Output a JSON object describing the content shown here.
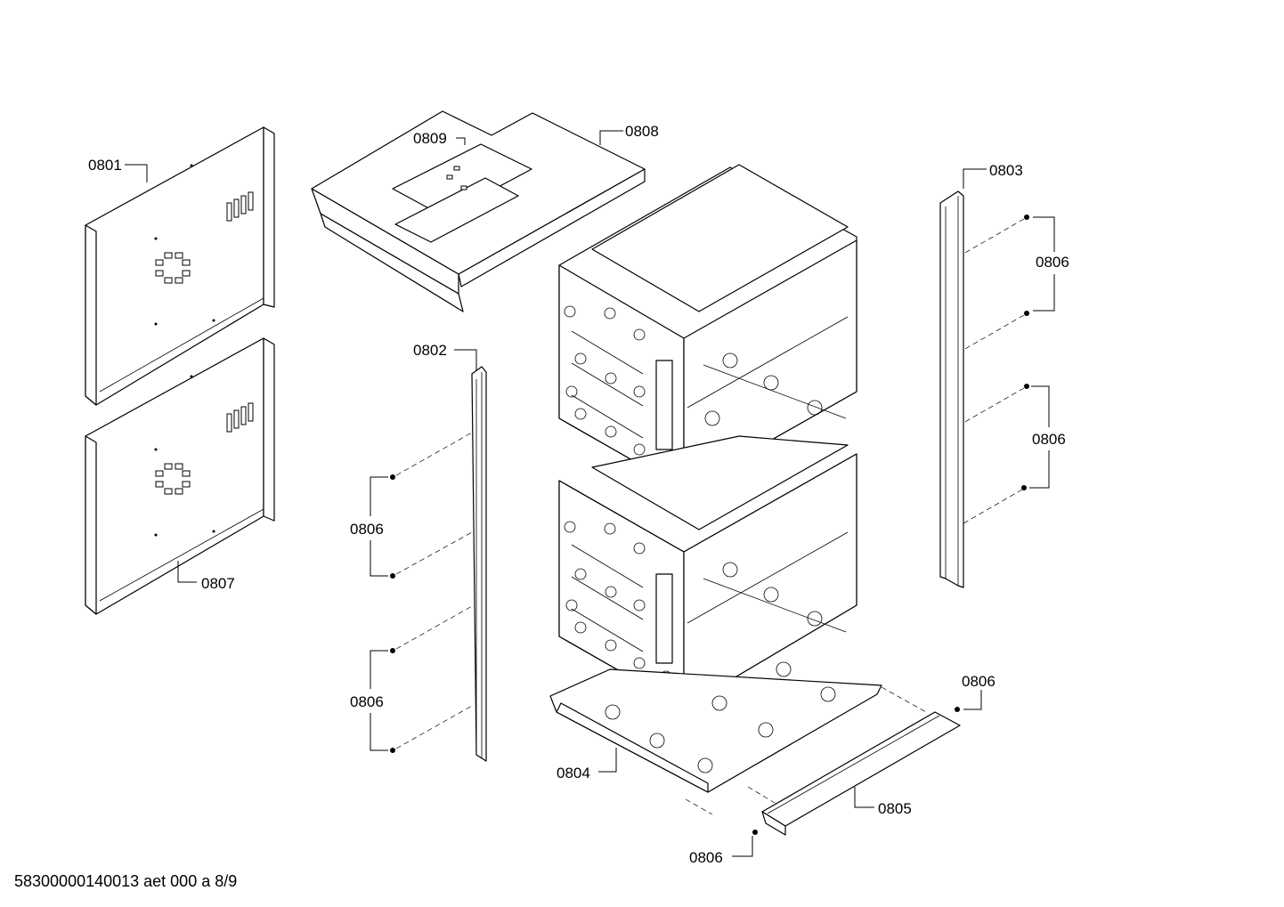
{
  "callouts": {
    "c0801": "0801",
    "c0802": "0802",
    "c0803": "0803",
    "c0804": "0804",
    "c0805": "0805",
    "c0806": "0806",
    "c0807": "0807",
    "c0808": "0808",
    "c0809": "0809"
  },
  "footer": {
    "doc_id": "58300000140013 aet 000 a 8/9"
  }
}
